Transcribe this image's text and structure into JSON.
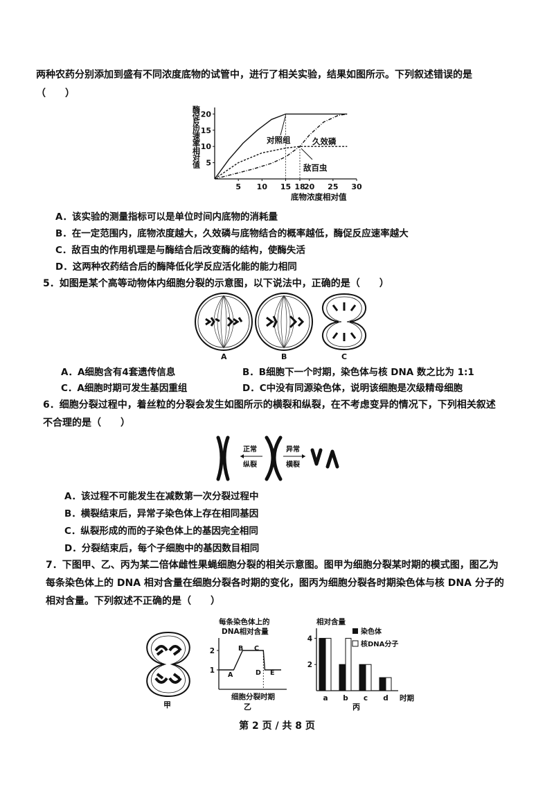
{
  "q4": {
    "stem1": "两种农药分别添加到盛有不同浓度底物的试管中，进行了相关实验，结果如图所示。下列叙述错误的是",
    "stem2": "（　　）",
    "chart": {
      "ylabel": "酶促反应速率相对值",
      "xlabel": "底物浓度相对值",
      "curve_labels": [
        "对照组",
        "久效磷",
        "敌百虫"
      ],
      "yticks": [
        "5",
        "10",
        "15",
        "20"
      ],
      "xticks": [
        "5",
        "10",
        "15",
        "18",
        "20",
        "25",
        "30"
      ]
    },
    "options": [
      "A．该实验的测量指标可以是单位时间内底物的消耗量",
      "B．在一定范围内，底物浓度越大，久效磷与底物结合的概率越低，酶促反应速率越大",
      "C．敌百虫的作用机理是与酶结合后改变酶的结构，使酶失活",
      "D．这两种农药结合后的酶降低化学反应活化能的能力相同"
    ]
  },
  "chart_data": {
    "type": "line",
    "ylabel": "酶促反应速率相对值",
    "xlabel": "底物浓度相对值",
    "xlim": [
      0,
      30
    ],
    "ylim": [
      0,
      22
    ],
    "series": [
      {
        "name": "对照组",
        "x": [
          0,
          3,
          6,
          9,
          12,
          15,
          18,
          22,
          26,
          28
        ],
        "y": [
          0,
          6,
          11,
          15,
          18.3,
          20,
          20,
          20,
          20,
          20
        ]
      },
      {
        "name": "久效磷",
        "x": [
          0,
          4,
          8,
          12,
          15,
          18,
          20,
          23,
          26,
          28
        ],
        "y": [
          0,
          1.5,
          3,
          4.8,
          6.8,
          10,
          13.5,
          17.5,
          19.5,
          20
        ]
      },
      {
        "name": "敌百虫",
        "x": [
          0,
          5,
          10,
          15,
          18,
          22,
          26,
          28
        ],
        "y": [
          0,
          5,
          8,
          9.5,
          10,
          10,
          10,
          10
        ]
      }
    ]
  },
  "q5": {
    "stem": "5．如图是某个高等动物体内细胞分裂的示意图，以下说法中，正确的是（　　）",
    "cell_labels": [
      "A",
      "B",
      "C"
    ],
    "options": [
      "A．A细胞含有4套遗传信息",
      "B．B细胞下一个时期，染色体与核 DNA 数之比为 1:1",
      "C．A细胞时期可发生基因重组",
      "D．C中没有同源染色体，说明该细胞是次级精母细胞"
    ]
  },
  "q6": {
    "stem1": "6．细胞分裂过程中，着丝粒的分裂会发生如图所示的横裂和纵裂，在不考虑变异的情况下，下列相关叙述",
    "stem2": "不合理的是（　　）",
    "fig": {
      "left_top": "正常",
      "left_bottom": "纵裂",
      "right_top": "异常",
      "right_bottom": "横裂"
    },
    "options": [
      "A．该过程不可能发生在减数第一次分裂过程中",
      "B．横裂结束后，异常子染色体上存在相同基因",
      "C．纵裂形成的而的子染色体上的基因完全相同",
      "D．分裂结束后，每个子细胞中的基因数目相同"
    ]
  },
  "q7": {
    "stem1": "7．下图甲、乙、丙为某二倍体雌性果蝇细胞分裂的相关示意图。图甲为细胞分裂某时期的模式图，图乙为",
    "stem2": "每条染色体上的 DNA 相对含量在细胞分裂各时期的变化，图丙为细胞分裂各时期染色体与核 DNA 分子的",
    "stem3": "相对含量。下列叙述不正确的是（　　）",
    "fig_labels": [
      "甲",
      "乙",
      "丙"
    ],
    "yi": {
      "ylabel1": "每条染色体上的",
      "ylabel2": "DNA相对含量",
      "xlabel": "细胞分裂时期",
      "yticks": [
        "1",
        "2"
      ],
      "points": [
        "A",
        "B",
        "C",
        "D",
        "E"
      ]
    },
    "bing": {
      "ylabel": "相对含量",
      "legend": [
        "染色体",
        "核DNA分子"
      ],
      "xlabel": "时期",
      "categories": [
        "a",
        "b",
        "c",
        "d"
      ],
      "yticks": [
        "2",
        "4"
      ]
    }
  },
  "bing_data": {
    "type": "bar",
    "categories": [
      "a",
      "b",
      "c",
      "d"
    ],
    "series": [
      {
        "name": "染色体",
        "values": [
          4,
          2,
          2,
          1
        ]
      },
      {
        "name": "核DNA分子",
        "values": [
          4,
          4,
          2,
          1
        ]
      }
    ],
    "ylim": [
      0,
      4.5
    ]
  },
  "yi_data": {
    "type": "line",
    "x": [
      0,
      1,
      1.6,
      3,
      3.1,
      4.2
    ],
    "y": [
      1,
      1,
      2,
      2,
      1,
      1
    ],
    "ylim": [
      0,
      2.5
    ]
  },
  "footer": "第 2 页 / 共 8 页"
}
